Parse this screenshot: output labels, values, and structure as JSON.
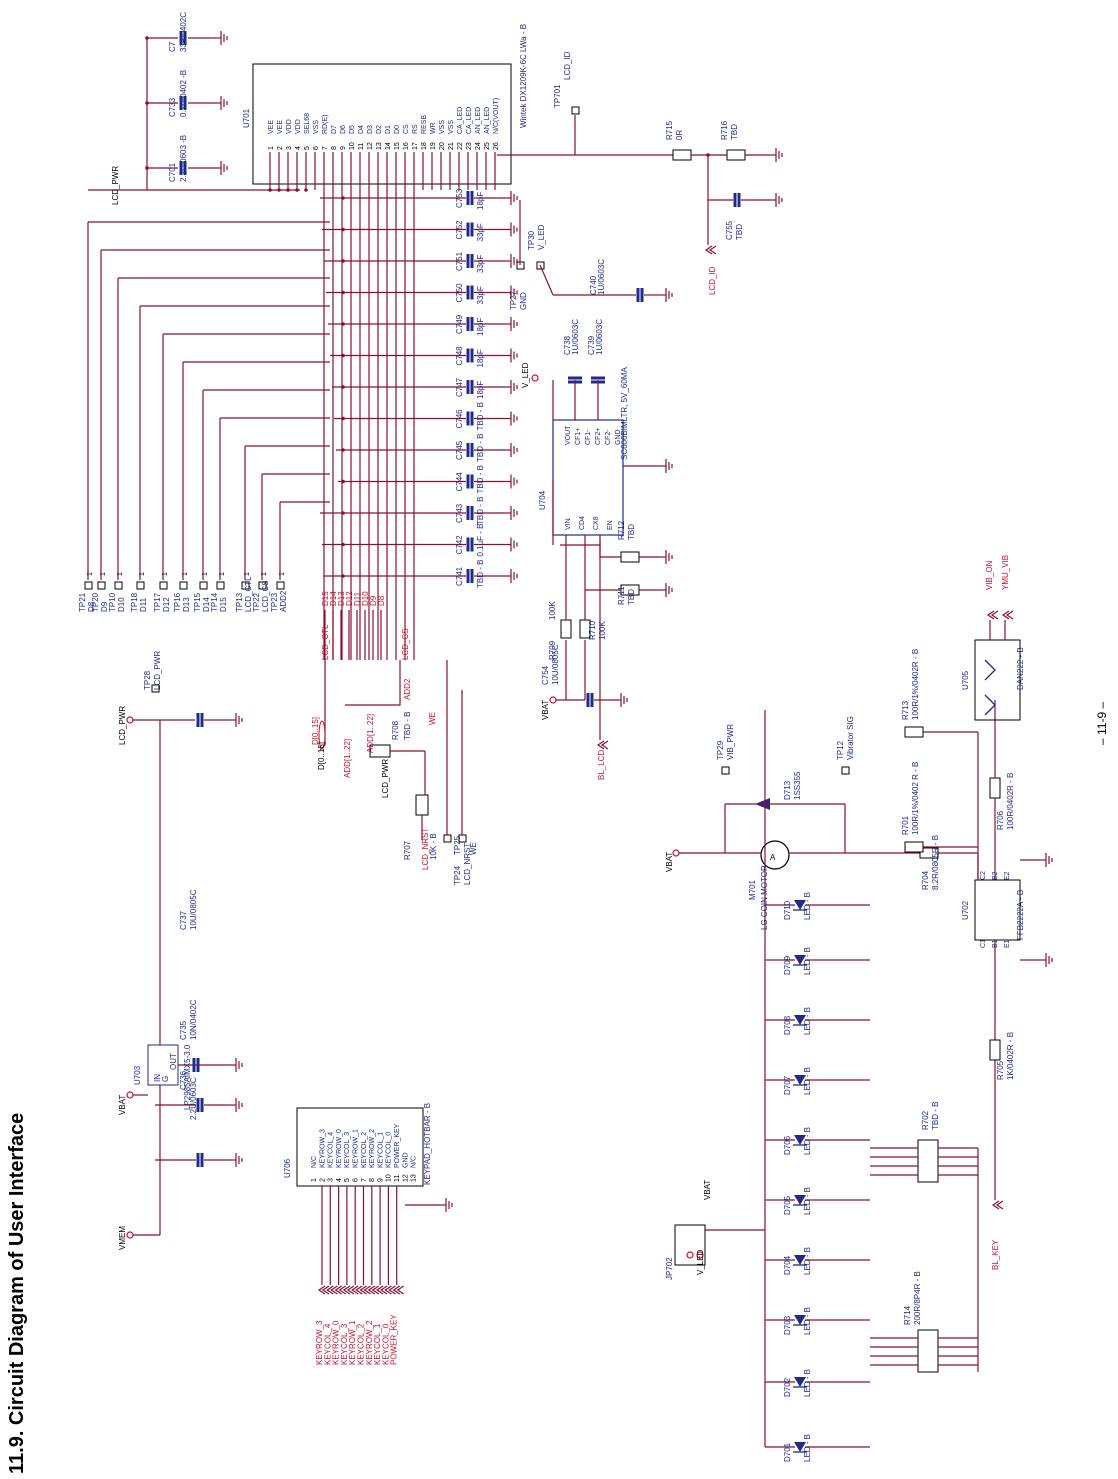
{
  "page": {
    "title": "11.9. Circuit Diagram of User Interface",
    "number": "– 11-9 –"
  },
  "lcd_connector": {
    "ref": "U701",
    "part": "Wintek DX1209K-6C LWa - B",
    "pins": [
      "VEE",
      "VEE",
      "VDD",
      "VDD",
      "SEL68",
      "VSS",
      "RD(E)",
      "D7",
      "D6",
      "D5",
      "D4",
      "D3",
      "D2",
      "D1",
      "D0",
      "CS",
      "RS",
      "RESB",
      "WR",
      "VSS",
      "VSS",
      "CA_LED",
      "CA_LED",
      "AN_LED",
      "AN_LED",
      "N/C(VOUT)"
    ]
  },
  "lcd_caps": [
    {
      "ref": "C7",
      "val": "33P/0402C"
    },
    {
      "ref": "C733",
      "val": "0.1U/0402 -B"
    },
    {
      "ref": "C701",
      "val": "2.2U/0603 -B"
    }
  ],
  "filter_caps": [
    {
      "ref": "C753",
      "val": "18pF"
    },
    {
      "ref": "C752",
      "val": "33pF"
    },
    {
      "ref": "C751",
      "val": "33pF"
    },
    {
      "ref": "C750",
      "val": "33pF"
    },
    {
      "ref": "C749",
      "val": "18pF"
    },
    {
      "ref": "C748",
      "val": "18pF"
    },
    {
      "ref": "C747",
      "val": "18pF"
    },
    {
      "ref": "C746",
      "val": "TBD - B"
    },
    {
      "ref": "C745",
      "val": "TBD - B"
    },
    {
      "ref": "C744",
      "val": "TBD - B"
    },
    {
      "ref": "C743",
      "val": "TBD - B"
    },
    {
      "ref": "C742",
      "val": "0.1uF - B"
    },
    {
      "ref": "C741",
      "val": "TBD - B"
    }
  ],
  "testpoints": [
    {
      "ref": "TP21",
      "sig": "D8"
    },
    {
      "ref": "TP20",
      "sig": "D9"
    },
    {
      "ref": "TP10",
      "sig": "D10"
    },
    {
      "ref": "TP18",
      "sig": "D11"
    },
    {
      "ref": "TP17",
      "sig": "D12"
    },
    {
      "ref": "TP16",
      "sig": "D13"
    },
    {
      "ref": "TP15",
      "sig": "D14"
    },
    {
      "ref": "TP14",
      "sig": "D15"
    },
    {
      "ref": "TP13",
      "sig": "LCD_CTL"
    },
    {
      "ref": "TP22",
      "sig": "LCD_CS"
    },
    {
      "ref": "TP23",
      "sig": "ADD2"
    }
  ],
  "data_bus": {
    "bits": [
      "D15",
      "D14",
      "D13",
      "D12",
      "D11",
      "D10",
      "D9",
      "D8"
    ],
    "ctl": "LCD_CTL",
    "cs": "LCD_CS",
    "add": "ADD2",
    "we": "WE",
    "bus": "D[0..15]",
    "bus2": "D[0..15]",
    "addbus": "ADD[1..22]",
    "addbus2": "ADD[1..22]",
    "nrst": "LCD_NRST"
  },
  "tp_misc": [
    {
      "ref": "TP30",
      "sig": "V_LED"
    },
    {
      "ref": "TP27",
      "sig": "GND"
    },
    {
      "ref": "TP701",
      "sig": "LCD_ID"
    },
    {
      "ref": "TP24",
      "sig": "LCD_NRST"
    },
    {
      "ref": "TP25",
      "sig": "WE"
    },
    {
      "ref": "TP28",
      "sig": "LCD_PWR"
    },
    {
      "ref": "TP29",
      "sig": "VIB_PWR"
    },
    {
      "ref": "TP12",
      "sig": "Vibrator SIG"
    }
  ],
  "resistors": {
    "r715": {
      "ref": "R715",
      "val": "0R"
    },
    "r716": {
      "ref": "R716",
      "val": "TBD"
    },
    "c755": {
      "ref": "C755",
      "val": "TBD"
    },
    "r707": {
      "ref": "R707",
      "val": "10K - B"
    },
    "r708": {
      "ref": "R708",
      "val": "TBD - B"
    },
    "r709": {
      "ref": "R709",
      "val": "100K"
    },
    "r710": {
      "ref": "R710",
      "val": "100K"
    },
    "r711": {
      "ref": "R711",
      "val": "TBD"
    },
    "r712": {
      "ref": "R712",
      "val": "TBD"
    },
    "c754": {
      "ref": "C754",
      "val": "10U/0805C"
    },
    "c738": {
      "ref": "C738",
      "val": "1U/0603C"
    },
    "c739": {
      "ref": "C739",
      "val": "1U/0603C"
    },
    "c740": {
      "ref": "C740",
      "val": "1U/0603C"
    }
  },
  "ic_boost": {
    "ref": "U704",
    "part": "SC606BIMLTR, 5V_60MA",
    "left": [
      "VIN",
      "CD4",
      "CX8",
      "EN"
    ],
    "right": [
      "VOUT",
      "CF1+",
      "CF1-",
      "CF2+",
      "CF2-",
      "GND"
    ]
  },
  "nets": {
    "lcd_pwr": "LCD_PWR",
    "lcd_pwr2": "LCD_PWR",
    "lcd_pwr3": "LCD_PWR",
    "vbat": "VBAT",
    "vbat2": "VBAT",
    "vbat3": "VBAT",
    "vmem": "VMEM",
    "v_led": "V_LED",
    "v_led2": "V_LED",
    "lcd_id": "LCD_ID",
    "bl_lcd": "BL_LCD",
    "bl_key": "BL_KEY",
    "vib_on": "VIB_ON",
    "ymu_vib": "YMU_VIB"
  },
  "regulator": {
    "ref": "U703",
    "part": "LP2985AIMX5-3.0",
    "c736": "C736",
    "c736v": "2.2U/0603C",
    "c735": "C735",
    "c735v": "10N/0402C",
    "c737": "C737",
    "c737v": "10U/0805C"
  },
  "keypad": {
    "ref": "U706",
    "part": "KEYPAD_HOTBAR - B",
    "pins": [
      "N/C",
      "KEYROW_3",
      "KEYCOL_4",
      "KEYROW_0",
      "KEYCOL_3",
      "KEYROW_1",
      "KEYCOL_2",
      "KEYROW_2",
      "KEYCOL_1",
      "KEYCOL_0",
      "POWER_KEY",
      "GND",
      "N/C"
    ],
    "nets": [
      "KEYROW_3",
      "KEYCOL_4",
      "KEYROW_0",
      "KEYCOL_3",
      "KEYROW_1",
      "KEYCOL_2",
      "KEYROW_2",
      "KEYCOL_1",
      "KEYCOL_0",
      "POWER_KEY"
    ]
  },
  "motor": {
    "ref": "M701",
    "part": "LG COIN MOTOR",
    "d": "D713",
    "dv": "1SS355",
    "r704": "R704",
    "r704v": "8.2R/0805R - B",
    "r706": "R706",
    "r706v": "100R/0402R - B"
  },
  "backlight": {
    "leds": [
      "D701",
      "D702",
      "D703",
      "D704",
      "D705",
      "D706",
      "D707",
      "D708",
      "D709",
      "D710"
    ],
    "led_val": "LED - B",
    "r714": "R714",
    "r714v": "200R/8P4R - B",
    "r702": "R702",
    "r702v": "TBD - B",
    "r701": "R701",
    "r701v": "100R/1%/0402 R - B",
    "r713": "R713",
    "r713v": "100R/1%/0402R - B",
    "r705": "R705",
    "r705v": "1K/0402R - B",
    "u702": "U702",
    "u702v": "FFB2222A - B",
    "u705": "U705",
    "u705v": "DAN222 - B",
    "jp": "JP702"
  }
}
